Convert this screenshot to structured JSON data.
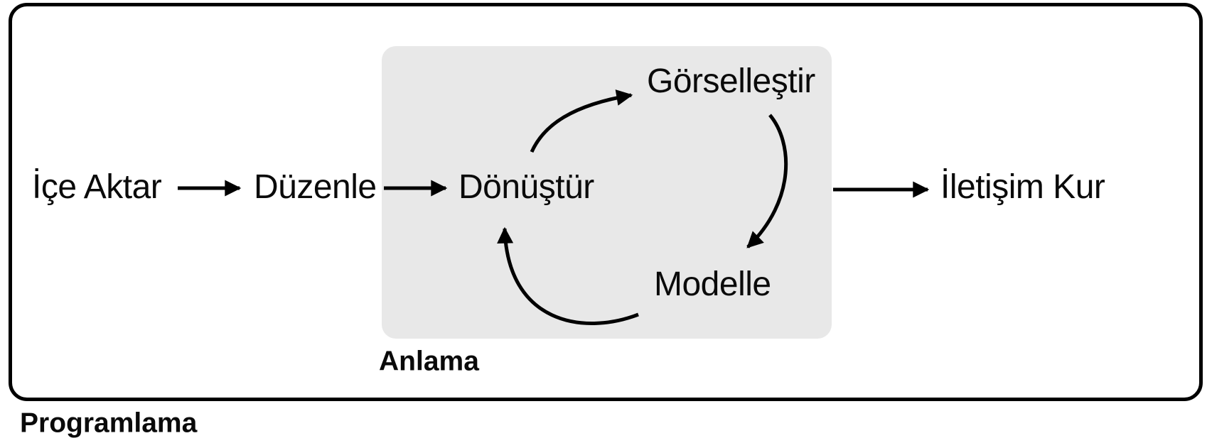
{
  "diagram": {
    "nodes": {
      "import": {
        "label": "İçe Aktar"
      },
      "tidy": {
        "label": "Düzenle"
      },
      "transform": {
        "label": "Dönüştür"
      },
      "visualise": {
        "label": "Görselleştir"
      },
      "model": {
        "label": "Modelle"
      },
      "communicate": {
        "label": "İletişim Kur"
      }
    },
    "groups": {
      "understand": {
        "label": "Anlama"
      },
      "program": {
        "label": "Programlama"
      }
    },
    "edges": [
      {
        "from": "İçe Aktar",
        "to": "Düzenle",
        "style": "straight"
      },
      {
        "from": "Düzenle",
        "to": "Dönüştür",
        "style": "straight"
      },
      {
        "from": "Dönüştür",
        "to": "Görselleştir",
        "style": "curved"
      },
      {
        "from": "Görselleştir",
        "to": "Modelle",
        "style": "curved"
      },
      {
        "from": "Modelle",
        "to": "Dönüştür",
        "style": "curved"
      },
      {
        "from": "Anlama",
        "to": "İletişim Kur",
        "style": "straight"
      }
    ],
    "colors": {
      "background": "#ffffff",
      "outer_border": "#000000",
      "inner_fill": "#e8e8e8",
      "arrow": "#000000",
      "text": "#0a0a0a"
    }
  }
}
